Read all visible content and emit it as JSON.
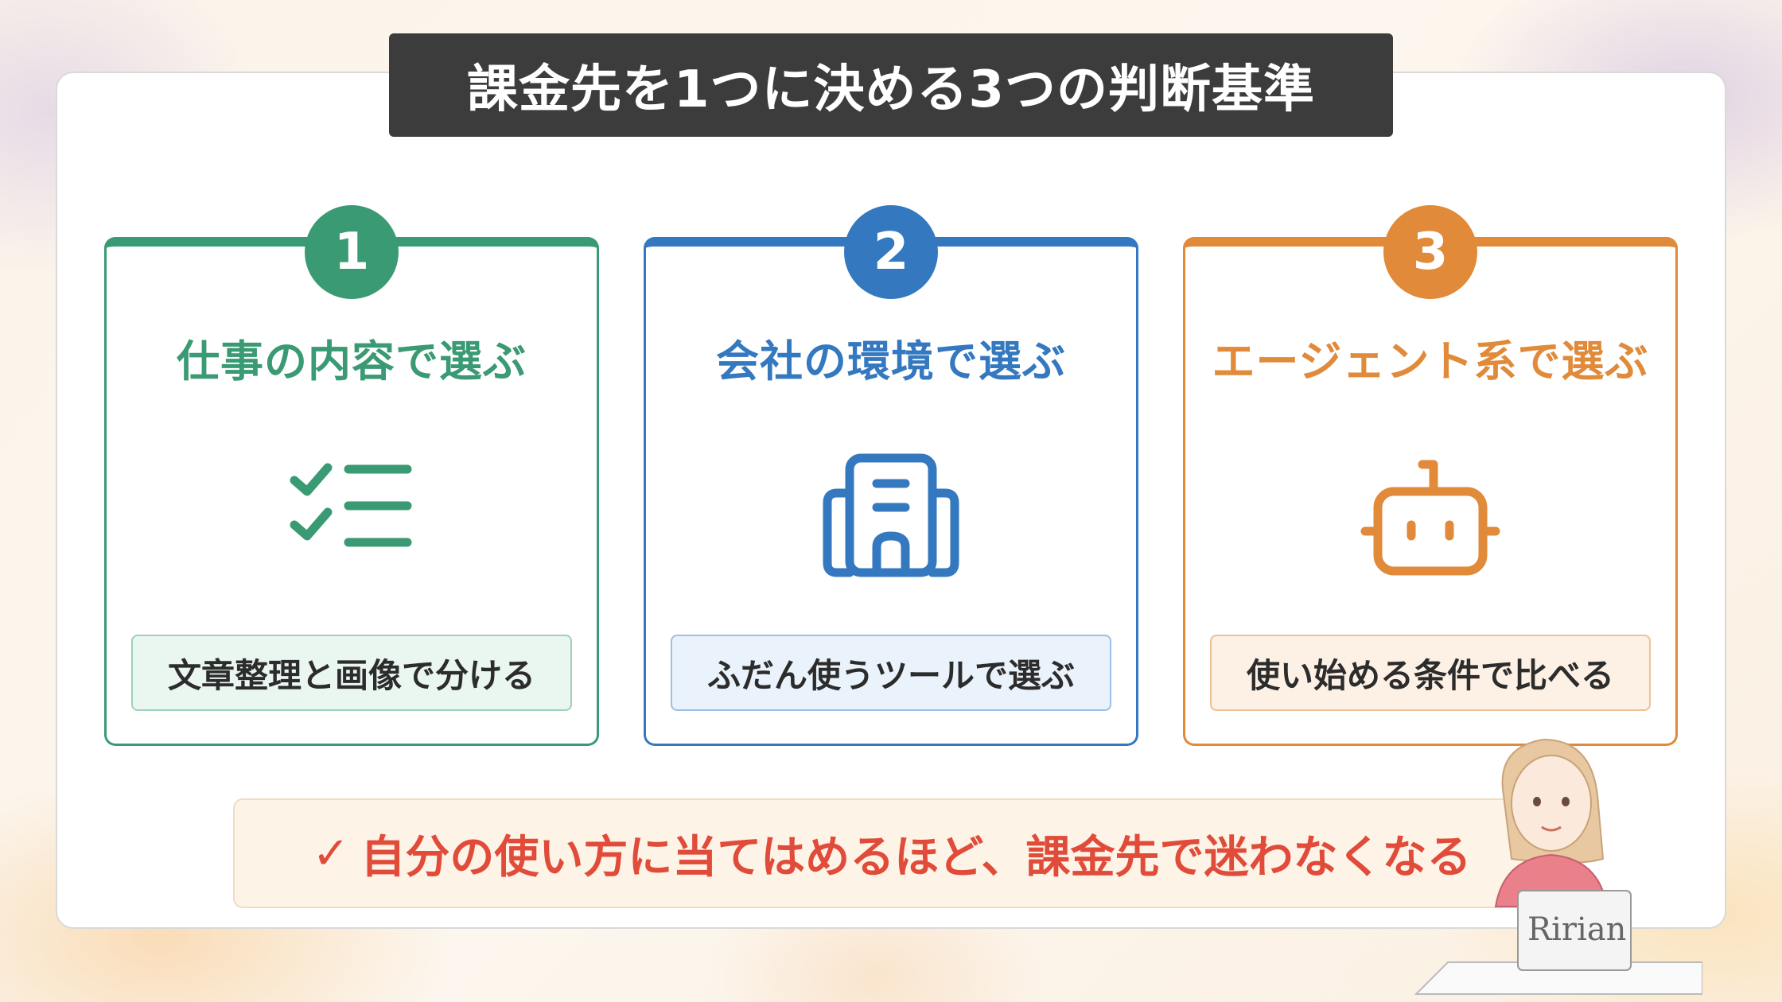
{
  "title": "課金先を1つに決める3つの判断基準",
  "cards": [
    {
      "number": "1",
      "title": "仕事の内容で選ぶ",
      "icon": "checklist-icon",
      "tag": "文章整理と画像で分ける",
      "color": "#3a9a73"
    },
    {
      "number": "2",
      "title": "会社の環境で選ぶ",
      "icon": "building-icon",
      "tag": "ふだん使うツールで選ぶ",
      "color": "#3478c0"
    },
    {
      "number": "3",
      "title": "エージェント系で選ぶ",
      "icon": "robot-icon",
      "tag": "使い始める条件で比べる",
      "color": "#e08a3a"
    }
  ],
  "summary": {
    "check": "✓",
    "text": "自分の使い方に当てはめるほど、課金先で迷わなくなる",
    "color": "#e04b3a"
  },
  "mascot": {
    "label": "Ririan"
  }
}
